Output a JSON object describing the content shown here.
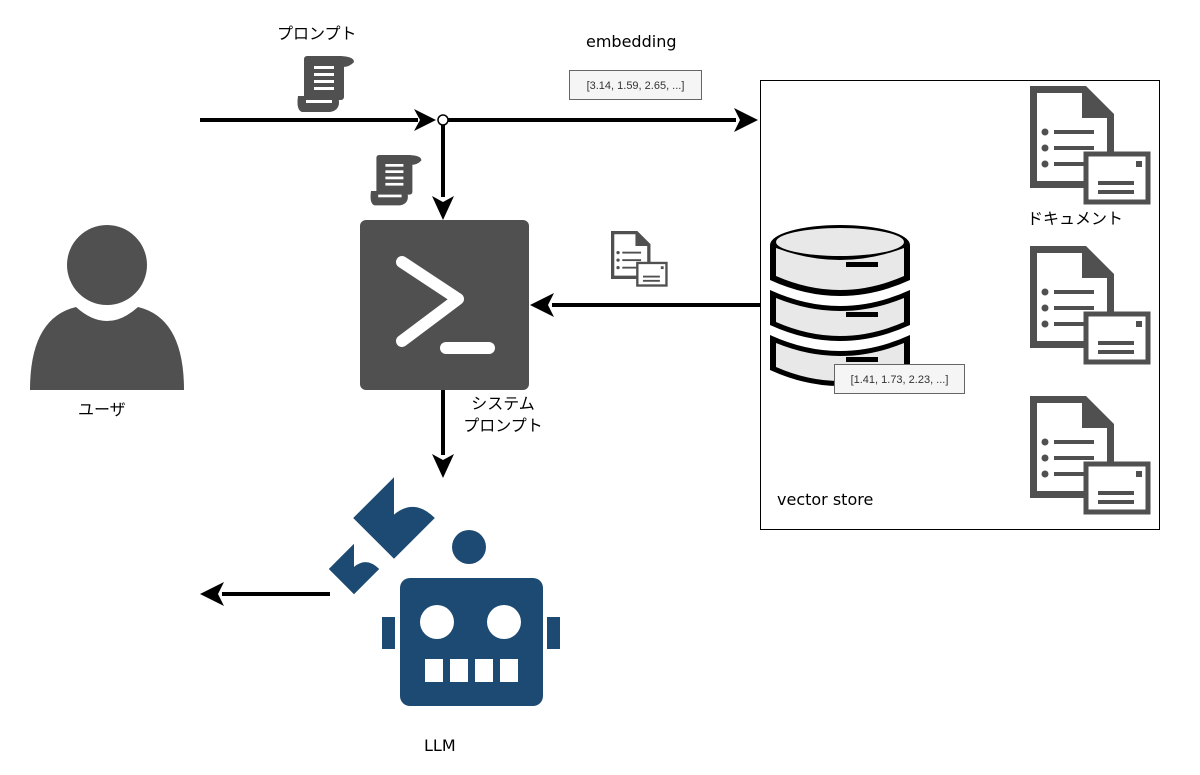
{
  "labels": {
    "prompt": "プロンプト",
    "embedding": "embedding",
    "user": "ユーザ",
    "system_prompt_line1": "システム",
    "system_prompt_line2": "プロンプト",
    "document": "ドキュメント",
    "vector_store": "vector store",
    "llm": "LLM"
  },
  "vectors": {
    "query": "[3.14, 1.59, 2.65, ...]",
    "stored": "[1.41, 1.73, 2.23, ...]"
  },
  "icons": [
    "scroll-icon",
    "user-icon",
    "terminal-icon",
    "document-icon",
    "database-icon",
    "robot-icon",
    "sparkle-icon"
  ],
  "colors": {
    "icon_gray": "#505050",
    "robot_navy": "#1d4a73",
    "arrow": "#000000"
  }
}
